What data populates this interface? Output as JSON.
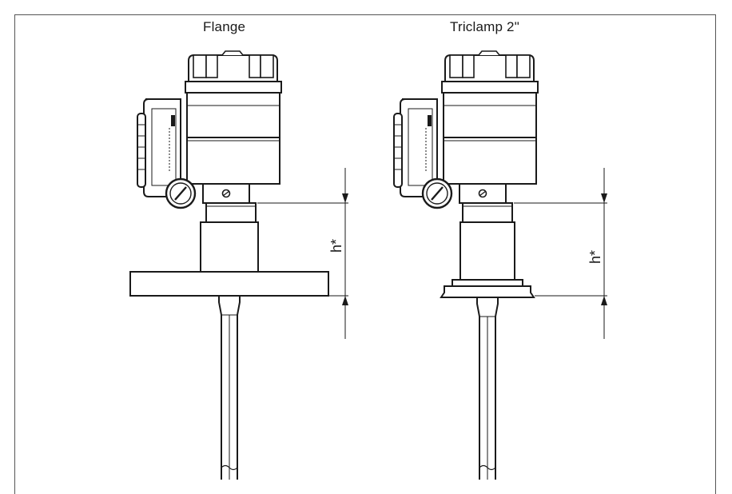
{
  "diagram": {
    "variants": [
      {
        "id": "flange",
        "title": "Flange",
        "dimension_label": "h*"
      },
      {
        "id": "triclamp",
        "title": "Triclamp 2\"",
        "dimension_label": "h*"
      }
    ]
  },
  "colors": {
    "line": "#1a1a1a",
    "fill": "#ffffff",
    "frame": "#555555"
  }
}
